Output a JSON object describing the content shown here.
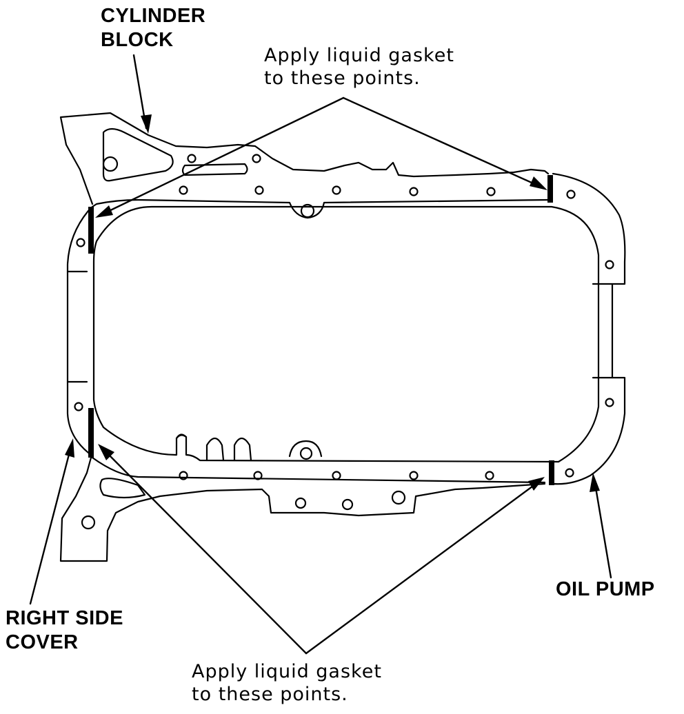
{
  "labels": {
    "cylinder_block": [
      "CYLINDER",
      "BLOCK"
    ],
    "gasket_note_top": [
      "Apply liquid gasket",
      "to these points."
    ],
    "oil_pump": "OIL PUMP",
    "right_side_cover": [
      "RIGHT SIDE",
      "COVER"
    ],
    "gasket_note_bottom": [
      "Apply liquid gasket",
      "to these points."
    ]
  },
  "colors": {
    "line": "#000000",
    "background": "#ffffff"
  }
}
